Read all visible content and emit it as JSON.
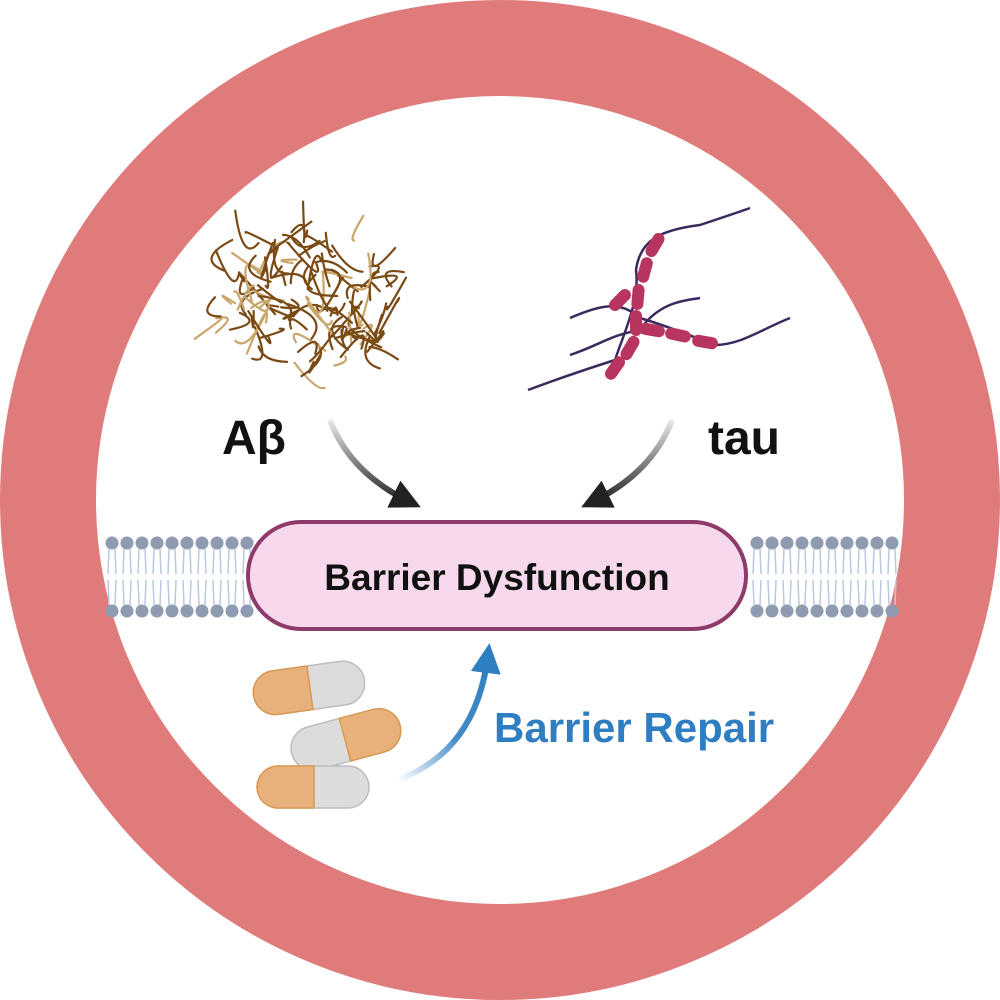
{
  "labels": {
    "abeta": "Aβ",
    "tau": "tau",
    "center": "Barrier Dysfunction",
    "repair": "Barrier Repair"
  },
  "colors": {
    "ring": "#E07B7B",
    "pill_box_fill": "#F6D9EC",
    "pill_box_stroke": "#8E3A6A",
    "repair_text": "#2F7EC1",
    "membrane_head": "#8E9BB0",
    "membrane_tail": "#B9C8E0",
    "tau_bead": "#B8355F",
    "tau_strand": "#3B2A5E",
    "abeta_fiber": "#7A4A15",
    "capsule_orange": "#E8B07A",
    "capsule_grey": "#DCDCDC"
  },
  "icons": [
    "amyloid-beta-fibrils-icon",
    "tau-tangle-icon",
    "cell-membrane-icon",
    "capsules-icon"
  ]
}
